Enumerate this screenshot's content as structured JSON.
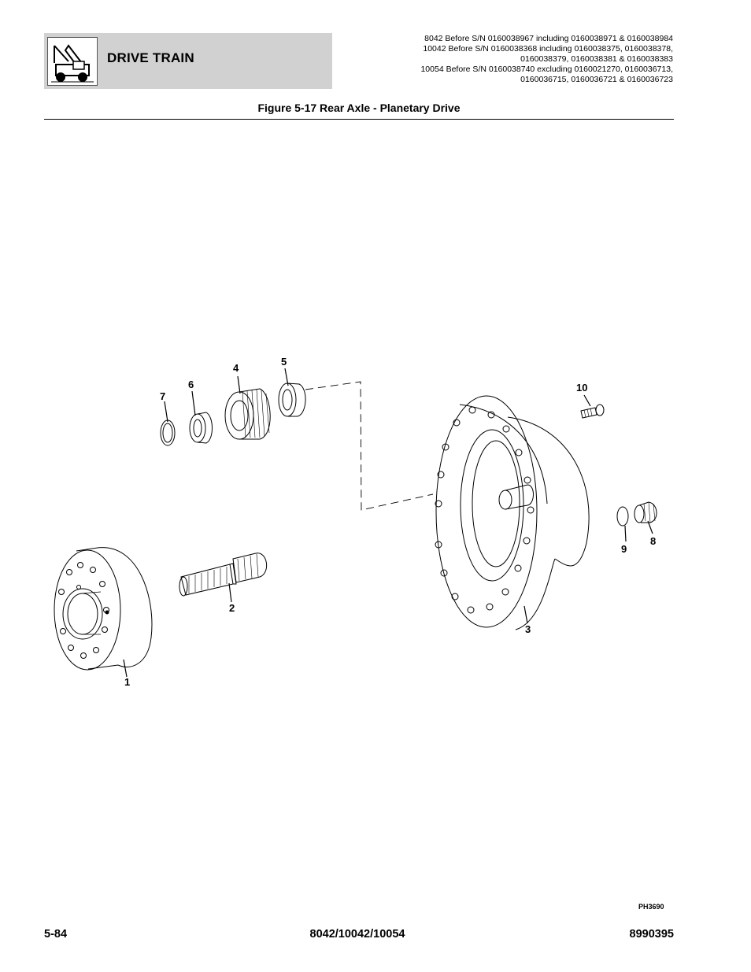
{
  "header": {
    "section_title": "DRIVE TRAIN",
    "logo_icon": "telehandler-machine-icon",
    "serial_lines": [
      "8042 Before S/N 0160038967 including 0160038971 & 0160038984",
      "10042 Before S/N 0160038368 including 0160038375, 0160038378,",
      "0160038379, 0160038381 & 0160038383",
      "10054 Before S/N 0160038740 excluding 0160021270, 0160036713,",
      "0160036715, 0160036721 & 0160036723"
    ]
  },
  "figure": {
    "title": "Figure 5-17 Rear Axle - Planetary Drive",
    "callouts": [
      "1",
      "2",
      "3",
      "4",
      "5",
      "6",
      "7",
      "8",
      "9",
      "10"
    ],
    "reference": "PH3690"
  },
  "footer": {
    "page_number": "5-84",
    "models": "8042/10042/10054",
    "manual_number": "8990395"
  }
}
